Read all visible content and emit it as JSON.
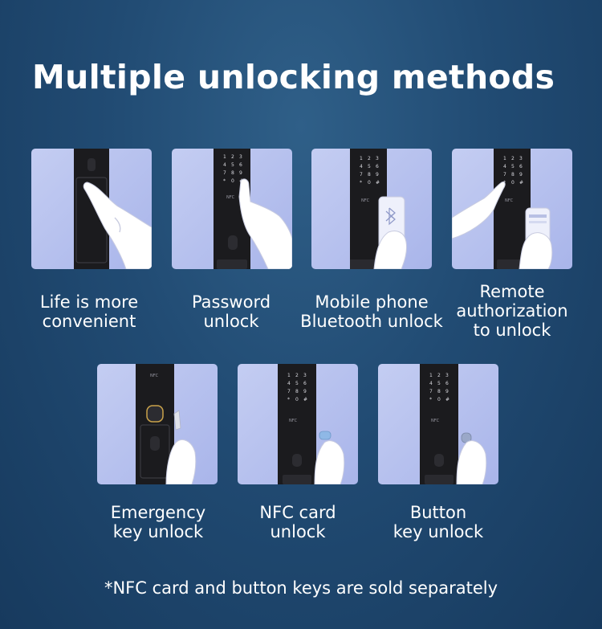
{
  "title": "Multiple unlocking methods",
  "methods": [
    {
      "line1": "Life is more",
      "line2": "convenient",
      "icon": "fingerprint-unlock-icon"
    },
    {
      "line1": "Password",
      "line2": "unlock",
      "icon": "keypad-unlock-icon"
    },
    {
      "line1": "Mobile phone",
      "line2": "Bluetooth unlock",
      "icon": "bluetooth-phone-icon"
    },
    {
      "line1": "Remote",
      "line2": "authorization",
      "line3": "to unlock",
      "icon": "remote-phone-icon"
    },
    {
      "line1": "Emergency",
      "line2": "key unlock",
      "icon": "mechanical-key-icon"
    },
    {
      "line1": "NFC card",
      "line2": "unlock",
      "icon": "nfc-card-icon"
    },
    {
      "line1": "Button",
      "line2": "key unlock",
      "icon": "button-key-icon"
    }
  ],
  "lock_labels": {
    "nfc_mark": "NFC"
  },
  "footnote": "*NFC card and button keys are sold separately"
}
